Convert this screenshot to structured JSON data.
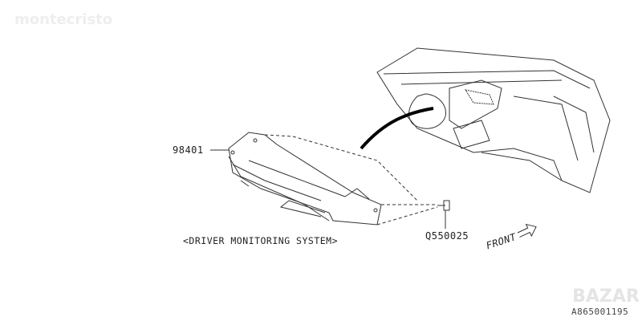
{
  "watermark": "montecristo",
  "logo_watermark": "BAZAR",
  "parts": {
    "module": "98401",
    "bolt": "Q550025"
  },
  "caption": "<DRIVER MONITORING SYSTEM>",
  "direction": "FRONT",
  "diagram_id": "A865001195"
}
